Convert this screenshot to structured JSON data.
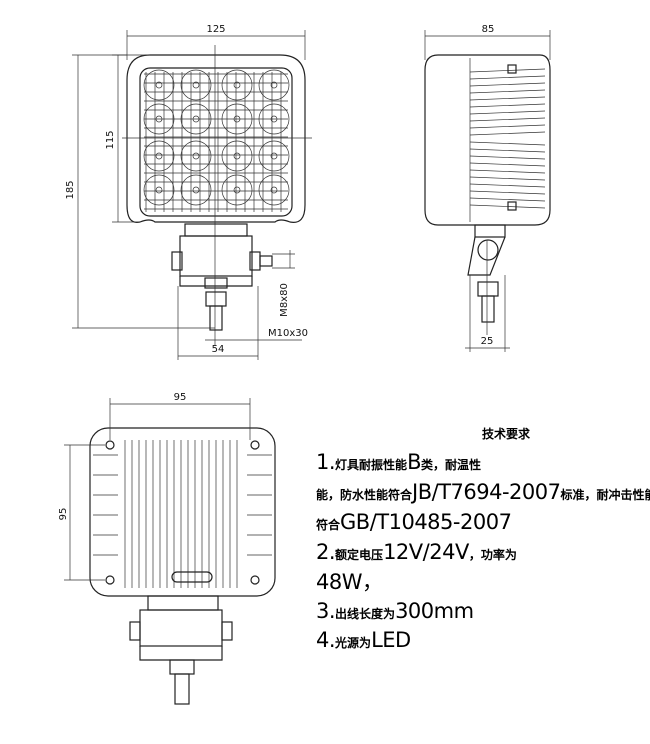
{
  "dimensions": {
    "front_width": "125",
    "front_lens_height": "115",
    "front_total_height": "185",
    "front_bolt": "M8x80",
    "front_stud": "M10x30",
    "front_bracket_width": "54",
    "side_depth": "85",
    "side_bracket_width": "25",
    "rear_width": "95",
    "rear_height": "95"
  },
  "notes": {
    "title": "技术要求",
    "lines": [
      [
        "1.",
        "灯具耐振性能",
        "B",
        "类，耐温性"
      ],
      [
        "能，防水性能符合",
        "JB/T7694-2007",
        "标准，耐冲击性能"
      ],
      [
        "符合",
        "GB/T10485-2007"
      ],
      [
        "2.",
        "额定电压",
        "12V/24V",
        "，功率为"
      ],
      [
        "48W，"
      ],
      [
        "3.",
        "出线长度为",
        "300mm"
      ],
      [
        "4.",
        "光源为",
        "LED"
      ]
    ]
  }
}
